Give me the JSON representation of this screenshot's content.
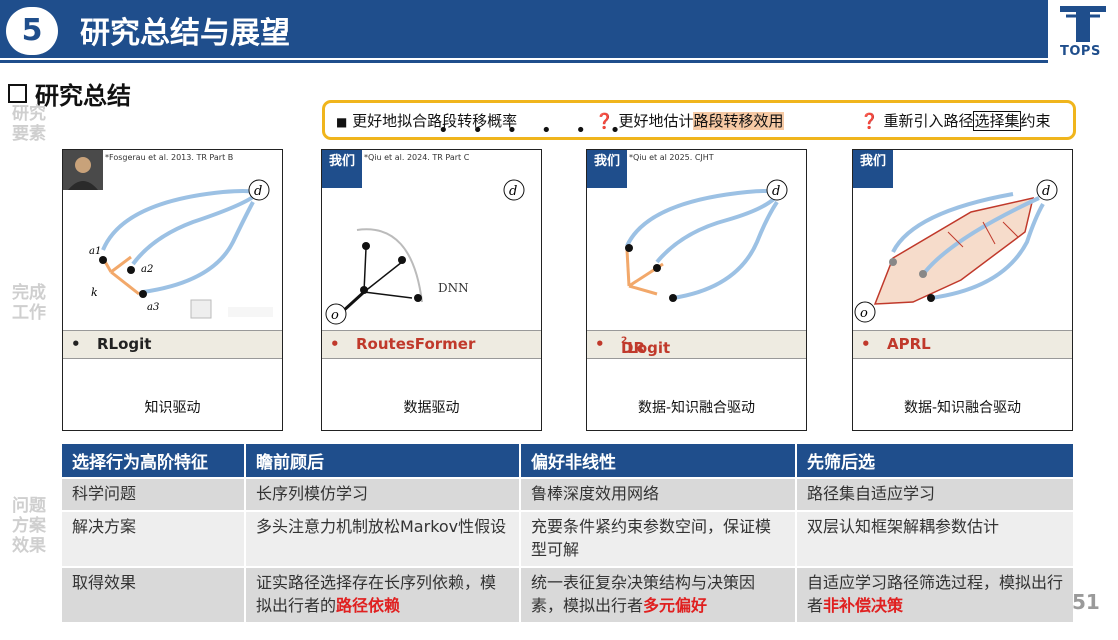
{
  "header": {
    "number": "5",
    "title": "研究总结与展望",
    "logo_text": "TOPS"
  },
  "section_title": "研究总结",
  "side_labels": {
    "research": [
      "研究",
      "要素"
    ],
    "completed": [
      "完成",
      "工作"
    ],
    "issues": [
      "问题",
      "方案",
      "效果"
    ]
  },
  "requirements": {
    "item1": "更好地拟合路段转移概率",
    "item2_prefix": "更好地估计",
    "item2_highlight": "路段转移效用",
    "item3_prefix": "重新引入路径",
    "item3_highlight": "选择集",
    "item3_suffix": "约束",
    "dots": "• • • • • •",
    "bullet": "■",
    "q_icon": "❓"
  },
  "panels": [
    {
      "cite": "*Fosgerau et al. 2013. TR Part B",
      "label": "RLogit",
      "label_color": "#111111",
      "bottom": "知识驱动",
      "nodes": {
        "d": "d",
        "a1": "a1",
        "a2": "a2",
        "a3": "a3",
        "k": "k"
      }
    },
    {
      "badge": "我们",
      "cite": "*Qiu et al. 2024. TR Part C",
      "label": "RoutesFormer",
      "label_color": "#c0392b",
      "bottom": "数据驱动",
      "nodes": {
        "d": "d",
        "o": "o",
        "dnn": "DNN"
      }
    },
    {
      "badge": "我们",
      "cite": "*Qiu et al 2025. CJHT",
      "label_main": "DR",
      "label_sup": "2",
      "label_rest": "Logit",
      "label_color": "#c0392b",
      "bottom": "数据-知识融合驱动",
      "nodes": {
        "d": "d"
      }
    },
    {
      "badge": "我们",
      "label": "APRL",
      "label_color": "#c0392b",
      "bottom": "数据-知识融合驱动",
      "nodes": {
        "d": "d",
        "o": "o"
      }
    }
  ],
  "table": {
    "headers": [
      "选择行为高阶特征",
      "瞻前顾后",
      "偏好非线性",
      "先筛后选"
    ],
    "rows": [
      [
        "科学问题",
        "长序列模仿学习",
        "鲁棒深度效用网络",
        "路径集自适应学习"
      ],
      [
        "解决方案",
        "多头注意力机制放松Markov性假设",
        "充要条件紧约束参数空间，保证模型可解",
        "双层认知框架解耦参数估计"
      ],
      [
        "取得效果",
        "证实路径选择存在长序列依赖，模拟出行者的",
        "统一表征复杂决策结构与决策因素，模拟出行者",
        "自适应学习路径筛选过程，模拟出行者"
      ]
    ],
    "row3_emph": [
      "路径依赖",
      "多元偏好",
      "非补偿决策"
    ]
  },
  "page_number": "51"
}
